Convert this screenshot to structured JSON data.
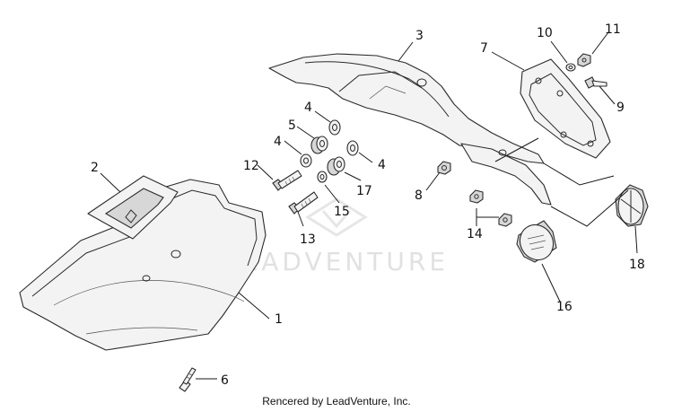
{
  "watermark": "LEADVENTURE",
  "footer": "Rencered by LeadVenture, Inc.",
  "callouts": {
    "c1": "1",
    "c2": "2",
    "c3": "3",
    "c4a": "4",
    "c4b": "4",
    "c4c": "4",
    "c5": "5",
    "c6": "6",
    "c7": "7",
    "c8": "8",
    "c9": "9",
    "c10": "10",
    "c11": "11",
    "c12": "12",
    "c13": "13",
    "c14": "14",
    "c15": "15",
    "c16": "16",
    "c17": "17",
    "c18": "18"
  }
}
